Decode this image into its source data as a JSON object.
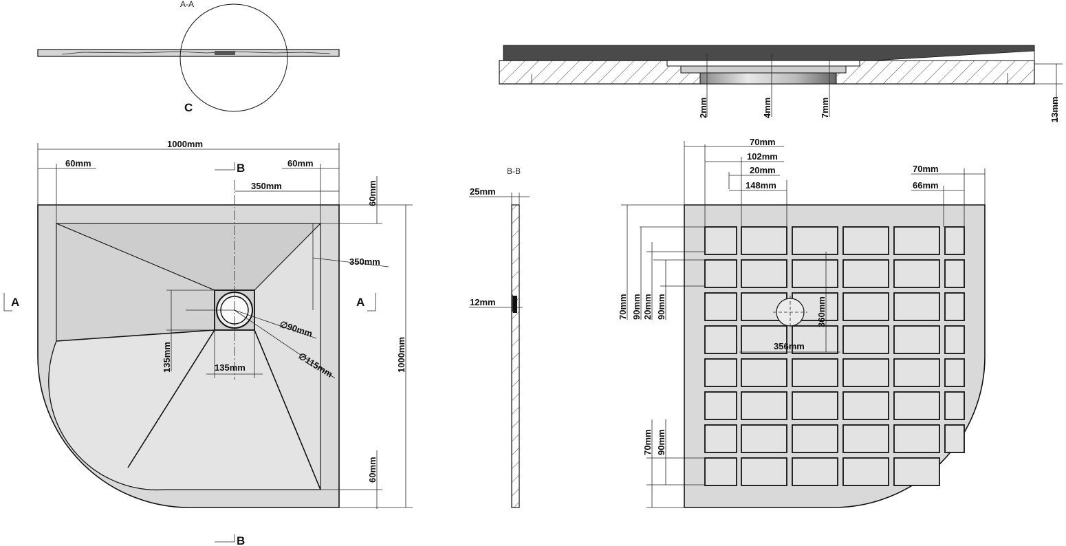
{
  "sections": {
    "aa": "A-A",
    "bb": "B-B",
    "c": "C",
    "a": "A",
    "b": "B"
  },
  "plan": {
    "width": "1000mm",
    "height": "1000mm",
    "margin_left": "60mm",
    "margin_right": "60mm",
    "margin_top": "60mm",
    "margin_bottom": "60mm",
    "drain_offset_x": "350mm",
    "drain_offset_y": "350mm",
    "drain_box_w": "135mm",
    "drain_box_h": "135mm",
    "drain_d1": "∅90mm",
    "drain_d2": "∅115mm"
  },
  "section_bb": {
    "thickness": "25mm",
    "drain_depth": "12mm"
  },
  "detail_c": {
    "d1": "2mm",
    "d2": "4mm",
    "d3": "7mm",
    "d4": "13mm"
  },
  "underside": {
    "top": [
      "70mm",
      "102mm",
      "20mm",
      "148mm"
    ],
    "top_right": [
      "70mm",
      "66mm"
    ],
    "left": [
      "70mm",
      "90mm",
      "20mm",
      "90mm"
    ],
    "left_bottom": [
      "70mm",
      "90mm"
    ],
    "hole_w": "356mm",
    "hole_h": "360mm"
  },
  "colors": {
    "tray": "#d9d9d9",
    "basin": "#e6e6e6",
    "dark": "#4a4a4a",
    "line": "#111111"
  }
}
